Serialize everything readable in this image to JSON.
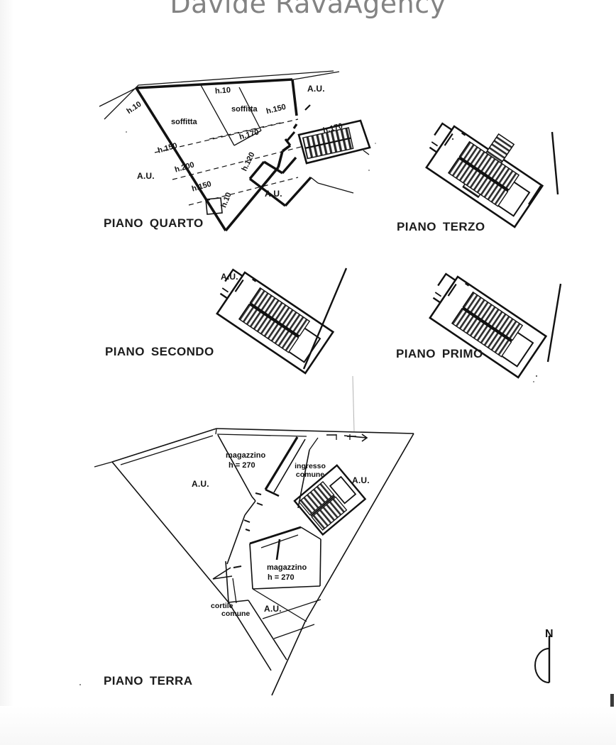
{
  "document": {
    "title": "Davide RavaAgency",
    "type": "planimetria-catastale",
    "background_color": "#ffffff",
    "ink_color": "#111111",
    "title_color": "#838383"
  },
  "plans": [
    {
      "id": "piano-quarto",
      "caption_word1": "PIANO",
      "caption_word2": "QUARTO",
      "annotations": [
        {
          "name": "h-10-top",
          "text": "h.10",
          "kind": "height"
        },
        {
          "name": "h-10-left",
          "text": "h.10",
          "kind": "height"
        },
        {
          "name": "soffitta-left",
          "text": "soffitta",
          "kind": "room"
        },
        {
          "name": "soffitta-right",
          "text": "soffitta",
          "kind": "room"
        },
        {
          "name": "h-150-upper",
          "text": "h.150",
          "kind": "height"
        },
        {
          "name": "h-170",
          "text": "h.170",
          "kind": "height"
        },
        {
          "name": "h-150-mid",
          "text": "h.150",
          "kind": "height"
        },
        {
          "name": "h-200",
          "text": "h.200",
          "kind": "height"
        },
        {
          "name": "h-150-lower",
          "text": "h.150",
          "kind": "height"
        },
        {
          "name": "h-120",
          "text": "h.120",
          "kind": "height"
        },
        {
          "name": "h-170-stair",
          "text": "h.170",
          "kind": "height"
        },
        {
          "name": "h-10-bottom",
          "text": "h.10",
          "kind": "height"
        },
        {
          "name": "au-topright",
          "text": "A.U.",
          "kind": "unit"
        },
        {
          "name": "au-left",
          "text": "A.U.",
          "kind": "unit"
        },
        {
          "name": "au-bottom",
          "text": "A.U.",
          "kind": "unit"
        }
      ]
    },
    {
      "id": "piano-terzo",
      "caption_word1": "PIANO",
      "caption_word2": "TERZO",
      "annotations": []
    },
    {
      "id": "piano-secondo",
      "caption_word1": "PIANO",
      "caption_word2": "SECONDO",
      "annotations": [
        {
          "name": "au-left",
          "text": "A.U.",
          "kind": "unit"
        }
      ]
    },
    {
      "id": "piano-primo",
      "caption_word1": "PIANO",
      "caption_word2": "PRIMO",
      "annotations": []
    },
    {
      "id": "piano-terra",
      "caption_word1": "PIANO",
      "caption_word2": "TERRA",
      "annotations": [
        {
          "name": "magazzino-upper-label",
          "text": "magazzino",
          "kind": "room"
        },
        {
          "name": "magazzino-upper-height",
          "text": "h = 270",
          "kind": "height"
        },
        {
          "name": "ingresso-comune-line1",
          "text": "ingresso",
          "kind": "room"
        },
        {
          "name": "ingresso-comune-line2",
          "text": "comune",
          "kind": "room"
        },
        {
          "name": "au-right",
          "text": "A.U.",
          "kind": "unit"
        },
        {
          "name": "au-left",
          "text": "A.U.",
          "kind": "unit"
        },
        {
          "name": "magazzino-lower-label",
          "text": "magazzino",
          "kind": "room"
        },
        {
          "name": "magazzino-lower-height",
          "text": "h = 270",
          "kind": "height"
        },
        {
          "name": "cortile-comune-line1",
          "text": "cortile",
          "kind": "room"
        },
        {
          "name": "cortile-comune-line2",
          "text": "comune",
          "kind": "room"
        },
        {
          "name": "au-bottom",
          "text": "A.U.",
          "kind": "unit"
        }
      ]
    }
  ],
  "compass": {
    "label": "N",
    "name": "north-arrow"
  }
}
